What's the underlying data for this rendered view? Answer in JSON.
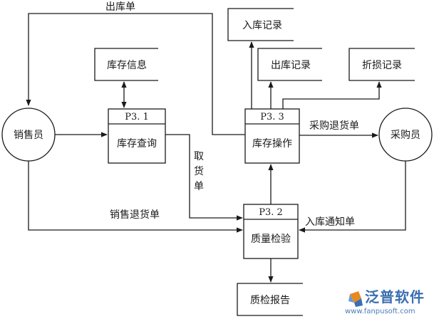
{
  "entities": {
    "sales": "销售员",
    "purchaser": "采购员"
  },
  "processes": {
    "p31": {
      "id": "P3. 1",
      "name": "库存查询"
    },
    "p33": {
      "id": "P3. 3",
      "name": "库存操作"
    },
    "p32": {
      "id": "P3. 2",
      "name": "质量检验"
    }
  },
  "stores": {
    "inventory_info": "库存信息",
    "in_record": "入库记录",
    "out_record": "出库记录",
    "loss_record": "折损记录",
    "qc_report": "质检报告"
  },
  "flows": {
    "out_order": "出库单",
    "pick_order": [
      "取",
      "货",
      "单"
    ],
    "purchase_return": "采购退货单",
    "sales_return": "销售退货单",
    "in_notice": "入库通知单"
  },
  "watermark": {
    "brand": "泛普软件",
    "url": "www.fanpusoft.com"
  }
}
